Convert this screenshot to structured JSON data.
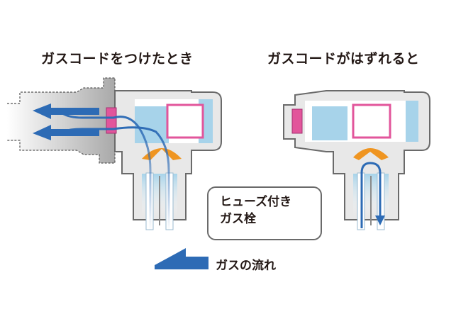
{
  "titles": {
    "left": "ガスコードをつけたとき",
    "right": "ガスコードがはずれると"
  },
  "label_box": {
    "line1": "ヒューズ付き",
    "line2": "ガス栓"
  },
  "legend": {
    "label": "ガスの流れ"
  },
  "colors": {
    "body_fill": "#e8e8e8",
    "body_stroke": "#6a6a6a",
    "water_blue": "#a7d3ea",
    "flow_blue": "#2d6bb5",
    "pink": "#e2559b",
    "orange": "#ef9521",
    "text": "#231815"
  }
}
